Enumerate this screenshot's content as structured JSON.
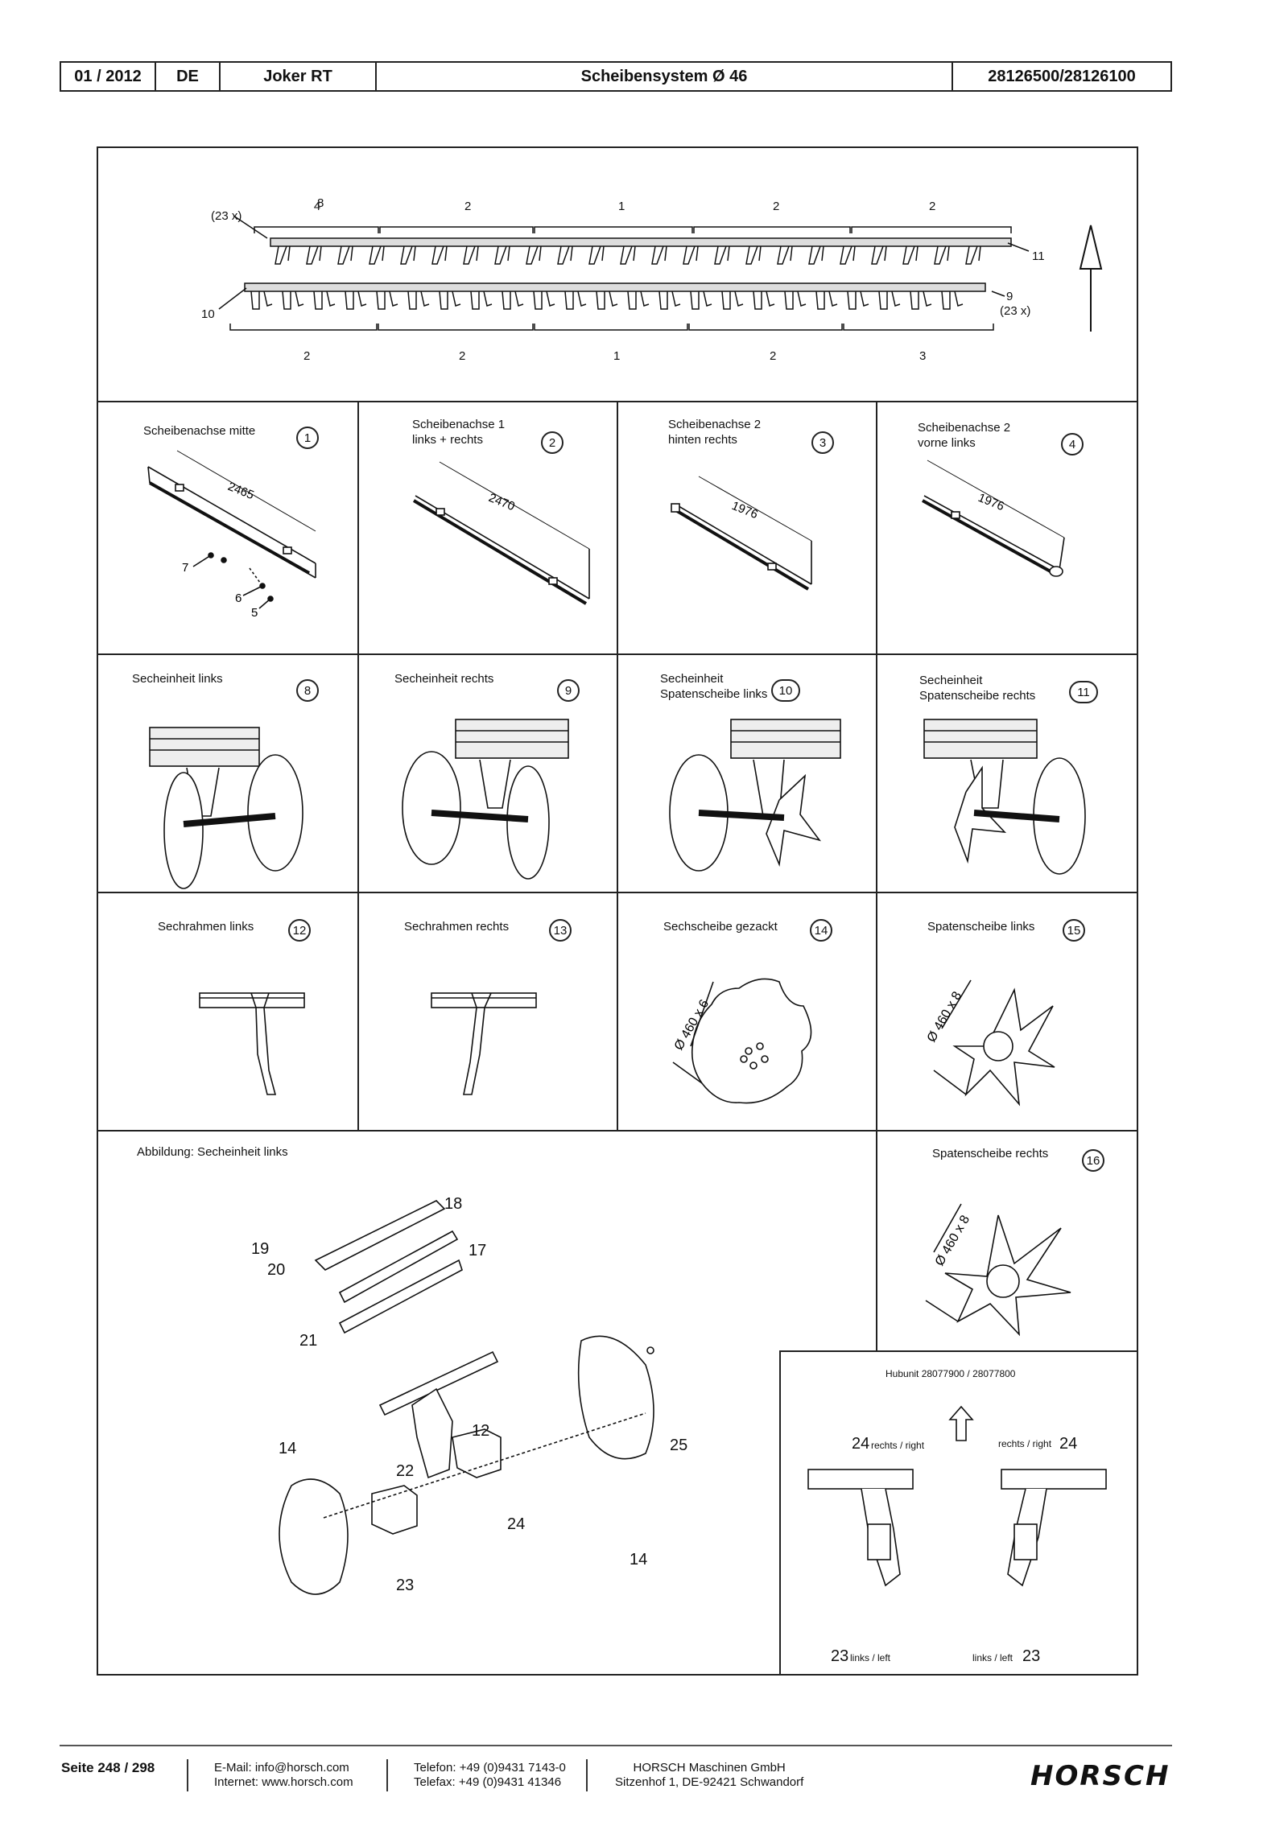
{
  "header": {
    "date": "01 / 2012",
    "lang": "DE",
    "model": "Joker RT",
    "title": "Scheibensystem Ø 46",
    "partno": "28126500/28126100"
  },
  "overview": {
    "top_groups": [
      "4",
      "2",
      "1",
      "2",
      "2"
    ],
    "bottom_groups": [
      "2",
      "2",
      "1",
      "2",
      "3"
    ],
    "callout_8": "8",
    "callout_8_qty": "(23 x)",
    "callout_10": "10",
    "callout_11": "11",
    "callout_9": "9",
    "callout_9_qty": "(23 x)"
  },
  "cells": [
    {
      "title": "Scheibenachse mitte",
      "num": "1",
      "dim": "2465"
    },
    {
      "title": "Scheibenachse 1\nlinks + rechts",
      "num": "2",
      "dim": "2470"
    },
    {
      "title": "Scheibenachse 2\nhinten rechts",
      "num": "3",
      "dim": "1976"
    },
    {
      "title": "Scheibenachse 2\nvorne links",
      "num": "4",
      "dim": "1976"
    },
    {
      "title": "Secheinheit links",
      "num": "8"
    },
    {
      "title": "Secheinheit rechts",
      "num": "9"
    },
    {
      "title": "Secheinheit\nSpatenscheibe links",
      "num": "10"
    },
    {
      "title": "Secheinheit\nSpatenscheibe rechts",
      "num": "11"
    },
    {
      "title": "Sechrahmen links",
      "num": "12"
    },
    {
      "title": "Sechrahmen rechts",
      "num": "13"
    },
    {
      "title": "Sechscheibe gezackt",
      "num": "14",
      "dim": "Ø 460 x 6"
    },
    {
      "title": "Spatenscheibe links",
      "num": "15",
      "dim": "Ø 460 x 8"
    },
    {
      "title": "Spatenscheibe rechts",
      "num": "16",
      "dim": "Ø 460 x 8"
    }
  ],
  "axle1_callouts": [
    "7",
    "6",
    "5"
  ],
  "exploded": {
    "title": "Abbildung: Secheinheit links",
    "labels": [
      "18",
      "19",
      "20",
      "17",
      "21",
      "12",
      "22",
      "24",
      "23",
      "14",
      "14",
      "25"
    ]
  },
  "hubunit": {
    "title": "Hubunit 28077900 / 28077800",
    "l24": "24",
    "l24_text": "rechts / right",
    "r24_text": "rechts / right",
    "r24": "24",
    "l23": "23",
    "l23_text": "links / left",
    "r23_text": "links / left",
    "r23": "23"
  },
  "footer": {
    "page": "Seite 248 / 298",
    "email": "E-Mail: info@horsch.com",
    "internet": "Internet: www.horsch.com",
    "phone": "Telefon: +49 (0)9431 7143-0",
    "fax": "Telefax: +49 (0)9431 41346",
    "company": "HORSCH Maschinen GmbH",
    "address": "Sitzenhof 1, DE-92421 Schwandorf",
    "logo": "HORSCH"
  }
}
